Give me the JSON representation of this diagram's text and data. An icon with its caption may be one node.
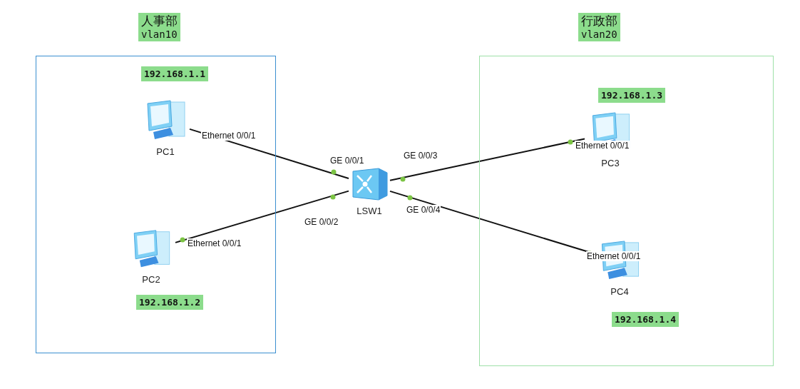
{
  "diagram": {
    "nodes": [
      {
        "text": [
          "人事部",
          "vlan10"
        ]
      },
      {
        "text": [
          "PC1"
        ],
        "in": 0,
        "beside": [
          "192.168.1.1"
        ]
      },
      {
        "text": [
          "PC2"
        ],
        "in": 0,
        "beside": [
          "192.168.1.2"
        ]
      },
      {
        "text": [
          "LSW1"
        ]
      },
      {
        "text": [
          "行政部",
          "vlan20"
        ]
      },
      {
        "text": [
          "PC3"
        ],
        "in": 4,
        "beside": [
          "192.168.1.3"
        ]
      },
      {
        "text": [
          "PC4"
        ],
        "in": 4,
        "beside": [
          "192.168.1.4"
        ]
      }
    ],
    "edges": [
      {
        "from": 1,
        "to": 3,
        "arrow": "none"
      },
      {
        "from": 2,
        "to": 3,
        "arrow": "none"
      },
      {
        "from": 3,
        "to": 5,
        "arrow": "none"
      },
      {
        "from": 3,
        "to": 6,
        "arrow": "none"
      }
    ],
    "labels": [
      "Ethernet 0/0/1",
      "Ethernet 0/0/1",
      "GE 0/0/3",
      "GE 0/0/1",
      "GE 0/0/4",
      "GE 0/0/2",
      "Ethernet 0/0/1",
      "Ethernet 0/0/1"
    ]
  }
}
